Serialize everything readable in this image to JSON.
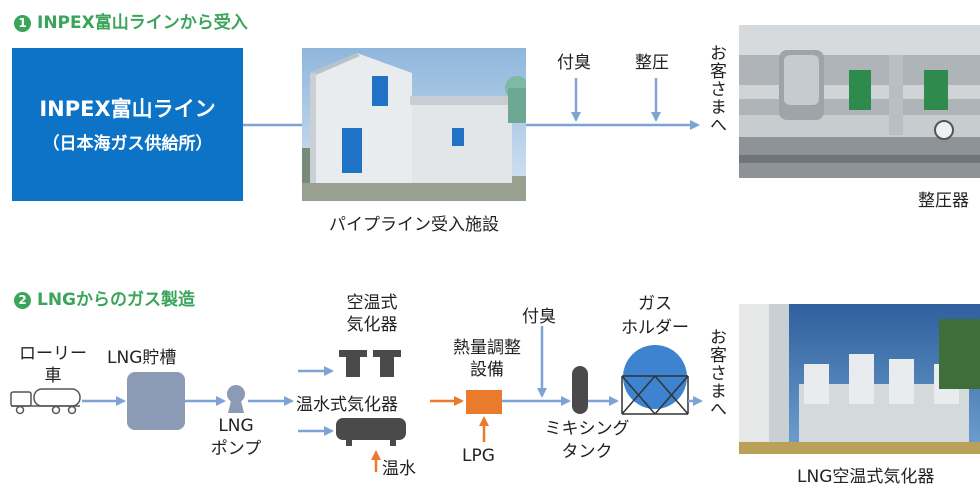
{
  "section1": {
    "number": "1",
    "title": "INPEX富山ラインから受入",
    "source_line1": "INPEX富山ライン",
    "source_line2": "（日本海ガス供給所）",
    "facility_caption": "パイプライン受入施設",
    "odorize": "付臭",
    "regulate": "整圧",
    "customer": "お客さまへ",
    "equip_caption": "整圧器"
  },
  "section2": {
    "number": "2",
    "title": "LNGからのガス製造",
    "lorry_line1": "ローリー",
    "lorry_line2": "車",
    "lng_tank": "LNG貯槽",
    "pump_line1": "LNG",
    "pump_line2": "ポンプ",
    "air_vap_line1": "空温式",
    "air_vap_line2": "気化器",
    "hot_water_vap": "温水式気化器",
    "hot_water": "温水",
    "calorie_line1": "熱量調整",
    "calorie_line2": "設備",
    "lpg": "LPG",
    "odorize": "付臭",
    "mixing_line1": "ミキシング",
    "mixing_line2": "タンク",
    "holder_line1": "ガス",
    "holder_line2": "ホルダー",
    "customer": "お客さまへ",
    "equip_caption": "LNG空温式気化器"
  },
  "colors": {
    "accent_green": "#3aa55a",
    "flow_blue": "#7fa3d6",
    "box_blue": "#0c73c7",
    "tank_gray": "#8b9bb6",
    "calorie_orange": "#ea7a2c",
    "holder_blue": "#3d83d0"
  }
}
